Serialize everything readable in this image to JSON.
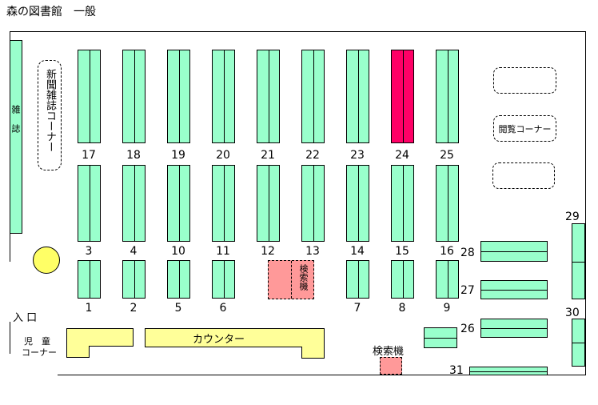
{
  "title": "森の図書館　一般",
  "colors": {
    "shelf": "#99ffcc",
    "highlight": "#ff0066",
    "terminal": "#ff9999",
    "counter": "#ffff99",
    "pillar": "#ffff66"
  },
  "labels": {
    "magazine_wall": "雑 誌",
    "newspaper_corner": "新聞雑誌コーナー",
    "browse_corner": "閲覧コーナー",
    "search_terminal_center": "検索機",
    "search_terminal_bottom": "検索機",
    "entrance": "入 口",
    "children_corner_top": "児　童",
    "children_corner_bottom": "コーナー",
    "counter": "カウンター"
  },
  "shelves": {
    "row_top": [
      "17",
      "18",
      "19",
      "20",
      "21",
      "22",
      "23",
      "24",
      "25"
    ],
    "row_mid": [
      "3",
      "4",
      "10",
      "11",
      "12",
      "13",
      "14",
      "15",
      "16"
    ],
    "row_bottom": [
      "1",
      "2",
      "5",
      "6",
      "7",
      "8",
      "9"
    ],
    "right": [
      "28",
      "27",
      "26",
      "31",
      "29",
      "30"
    ]
  },
  "highlighted_shelf": "24"
}
